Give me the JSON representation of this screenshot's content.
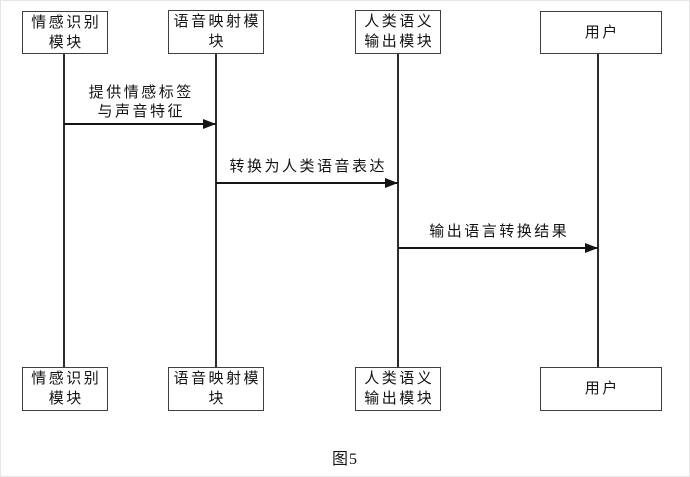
{
  "diagram": {
    "type": "sequence-diagram",
    "caption": "图5",
    "colors": {
      "background": "#ffffff",
      "line": "#141414",
      "box_border": "#3f3f3f"
    },
    "actors": [
      {
        "id": "emotion-recognition-module",
        "label_lines": [
          "情感识别",
          "模块"
        ]
      },
      {
        "id": "voice-mapping-module",
        "label_lines": [
          "语音映射模",
          "块"
        ]
      },
      {
        "id": "human-semantic-output-module",
        "label_lines": [
          "人类语义",
          "输出模块"
        ]
      },
      {
        "id": "user",
        "label_lines": [
          "用户"
        ]
      }
    ],
    "messages": [
      {
        "from": "emotion-recognition-module",
        "to": "voice-mapping-module",
        "label_lines": [
          "提供情感标签",
          "与声音特征"
        ]
      },
      {
        "from": "voice-mapping-module",
        "to": "human-semantic-output-module",
        "label_lines": [
          "转换为人类语音表达"
        ]
      },
      {
        "from": "human-semantic-output-module",
        "to": "user",
        "label_lines": [
          "输出语言转换结果"
        ]
      }
    ]
  }
}
